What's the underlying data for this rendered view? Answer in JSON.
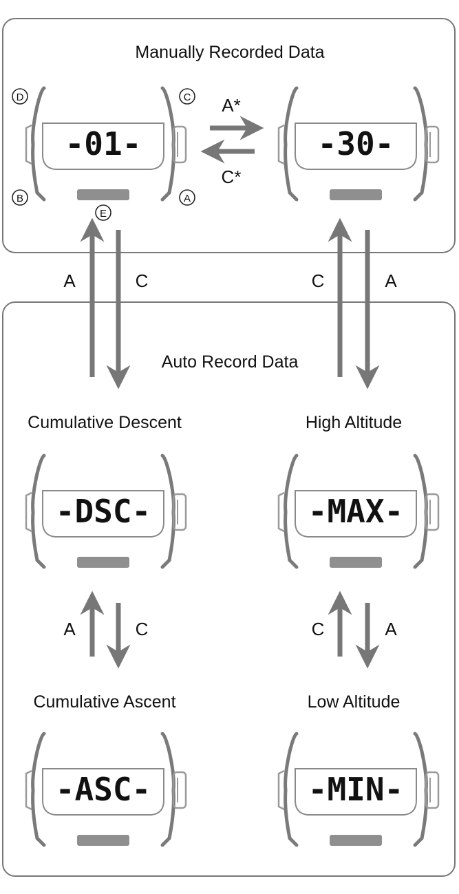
{
  "sections": {
    "manual_title": "Manually Recorded Data",
    "auto_title": "Auto Record Data"
  },
  "buttons": {
    "A": "A",
    "B": "B",
    "C": "C",
    "D": "D",
    "E": "E"
  },
  "arrow_labels": {
    "top_right": "A*",
    "top_left": "C*",
    "mid_left_up": "A",
    "mid_left_down": "C",
    "mid_right_up": "C",
    "mid_right_down": "A",
    "low_left_up": "A",
    "low_left_down": "C",
    "low_right_up": "C",
    "low_right_down": "A"
  },
  "watches": {
    "w01": {
      "display": "-01-"
    },
    "w30": {
      "display": "-30-"
    },
    "dsc": {
      "caption": "Cumulative Descent",
      "display": "-DSC-"
    },
    "max": {
      "caption": "High Altitude",
      "display": "-MAX-"
    },
    "asc": {
      "caption": "Cumulative Ascent",
      "display": "-ASC-"
    },
    "min": {
      "caption": "Low Altitude",
      "display": "-MIN-"
    }
  },
  "colors": {
    "box_border": "#777777",
    "watch_line": "#7a7a7a",
    "watch_fill": "#8f8f8f",
    "arrow": "#777777"
  }
}
